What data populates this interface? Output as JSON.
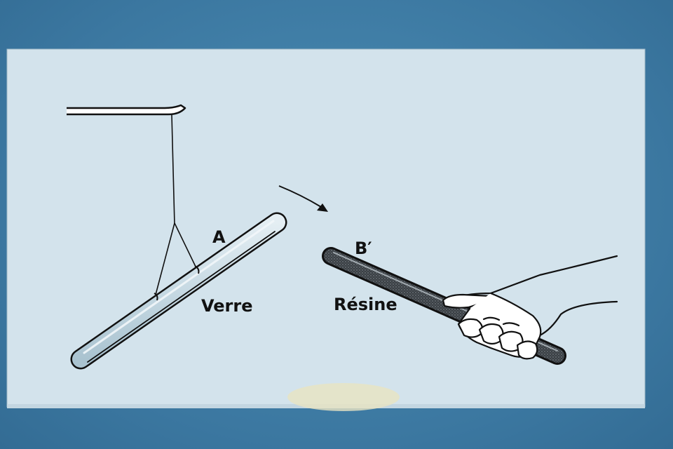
{
  "labels": {
    "rod_a": "A",
    "rod_a_material": "Verre",
    "rod_b": "B′",
    "rod_b_material": "Résine"
  },
  "colors": {
    "slide_background": "#3f7fa6",
    "card": "#d3e3ec",
    "ink": "#111111"
  },
  "icons": {
    "arrow": "curved-arrow-icon",
    "hand": "hand-icon"
  }
}
